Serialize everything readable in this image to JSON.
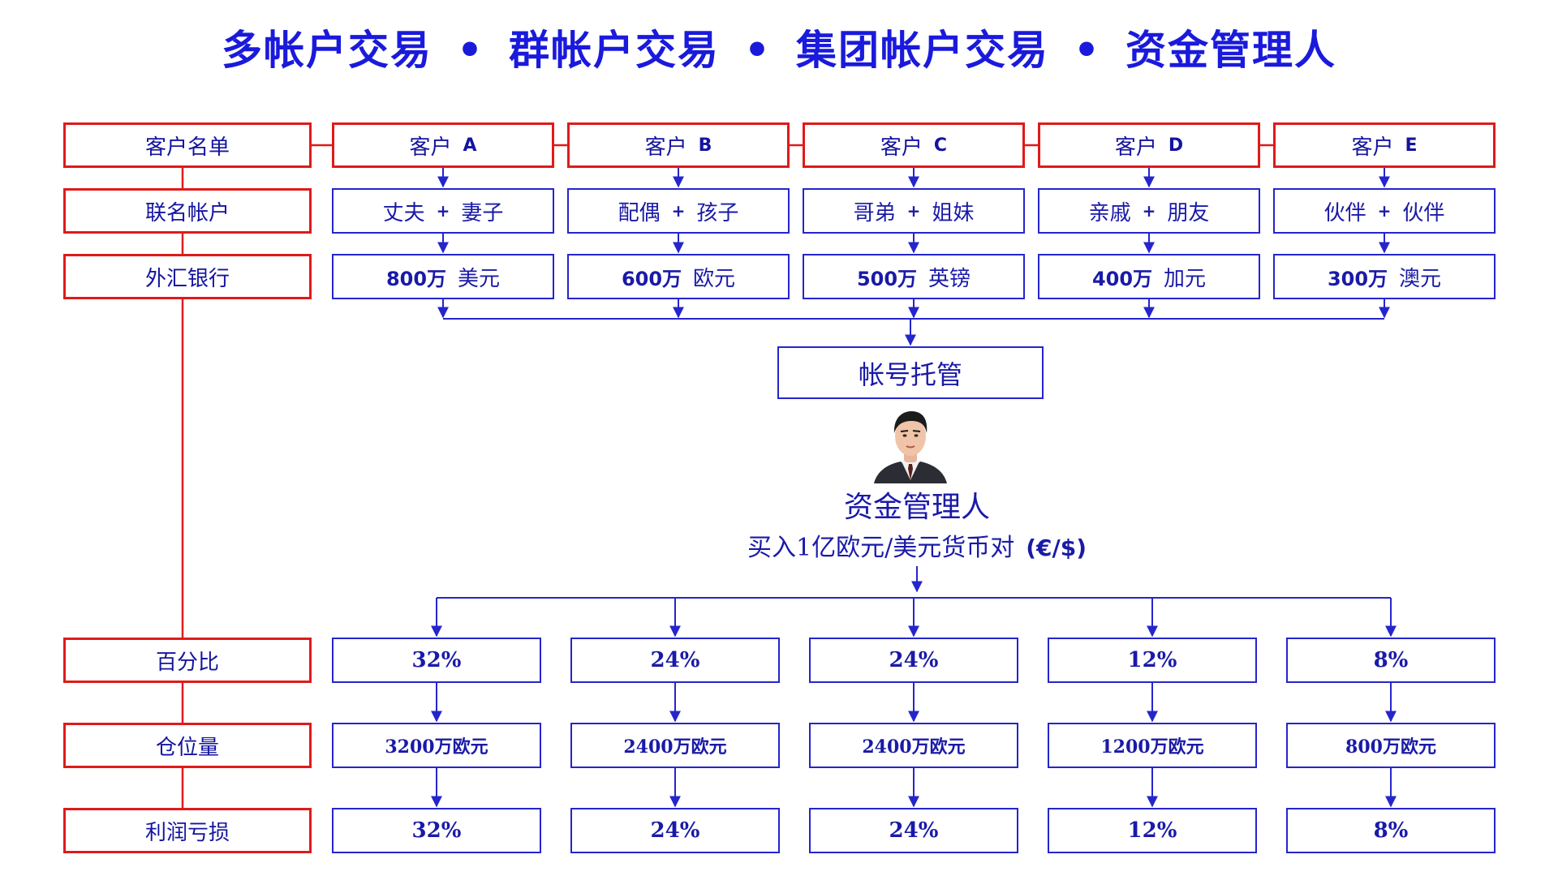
{
  "title": {
    "parts": [
      "多帐户交易",
      "群帐户交易",
      "集团帐户交易",
      "资金管理人"
    ],
    "separator": "•"
  },
  "row_labels": {
    "clients": "客户名单",
    "joint": "联名帐户",
    "bank": "外汇银行",
    "percent": "百分比",
    "position": "仓位量",
    "pnl": "利润亏损"
  },
  "clients": [
    {
      "prefix": "客户",
      "letter": "A",
      "joint_left": "丈夫",
      "plus": "+",
      "joint_right": "妻子",
      "amount": "800万",
      "currency": "美元",
      "percent": "32%",
      "position": "3200万欧元",
      "pnl": "32%"
    },
    {
      "prefix": "客户",
      "letter": "B",
      "joint_left": "配偶",
      "plus": "+",
      "joint_right": "孩子",
      "amount": "600万",
      "currency": "欧元",
      "percent": "24%",
      "position": "2400万欧元",
      "pnl": "24%"
    },
    {
      "prefix": "客户",
      "letter": "C",
      "joint_left": "哥弟",
      "plus": "+",
      "joint_right": "姐妹",
      "amount": "500万",
      "currency": "英镑",
      "percent": "24%",
      "position": "2400万欧元",
      "pnl": "24%"
    },
    {
      "prefix": "客户",
      "letter": "D",
      "joint_left": "亲戚",
      "plus": "+",
      "joint_right": "朋友",
      "amount": "400万",
      "currency": "加元",
      "percent": "12%",
      "position": "1200万欧元",
      "pnl": "12%"
    },
    {
      "prefix": "客户",
      "letter": "E",
      "joint_left": "伙伴",
      "plus": "+",
      "joint_right": "伙伴",
      "amount": "300万",
      "currency": "澳元",
      "percent": "8%",
      "position": "800万欧元",
      "pnl": "8%"
    }
  ],
  "custody": "帐号托管",
  "manager": {
    "name": "资金管理人",
    "action_prefix": "买入1亿欧元/美元货币对",
    "action_pair": "(€/$)"
  },
  "colors": {
    "red": "#e01a1a",
    "blue": "#2525cc",
    "text_blue": "#1a1aa8",
    "title_blue": "#1a1adc"
  }
}
